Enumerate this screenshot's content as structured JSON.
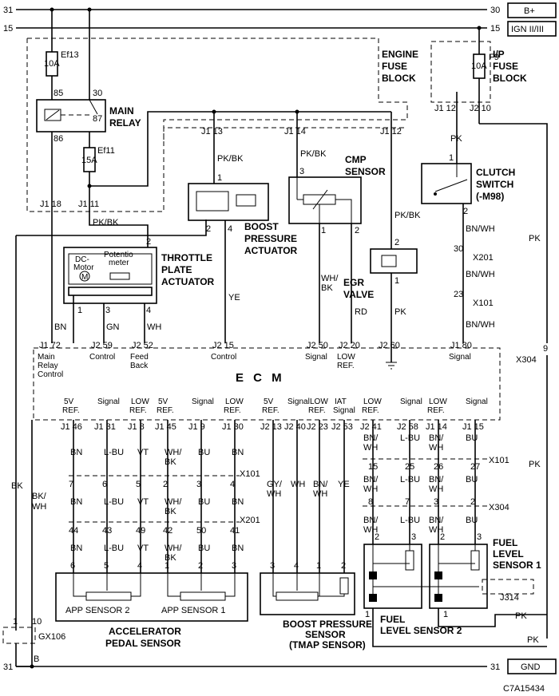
{
  "rails": {
    "top_num_left": "31",
    "top_num_right": "30",
    "top_label": "B+",
    "ign_num_left": "15",
    "ign_num_right": "15",
    "ign_label": "IGN II/III",
    "gnd_num_left": "31",
    "gnd_num_right": "31",
    "gnd_label": "GND",
    "bottom_splice": "B"
  },
  "fuse_blocks": {
    "engine": {
      "line1": "ENGINE",
      "line2": "FUSE",
      "line3": "BLOCK",
      "ef13": "Ef13",
      "ef13_amp": "10A",
      "ef11": "Ef11",
      "ef11_amp": "15A",
      "j1_18": "J1 18",
      "j1_11": "J1 11",
      "j1_13": "J1 13",
      "j1_14": "J1 14",
      "j1_12": "J1 12"
    },
    "ip": {
      "line1": "I/P",
      "line2": "FUSE",
      "line3": "BLOCK",
      "f9": "F9",
      "f9_amp": "10A",
      "j1_12": "J1 12",
      "j2_10": "J2 10"
    }
  },
  "main_relay": {
    "line1": "MAIN",
    "line2": "RELAY",
    "p85": "85",
    "p30": "30",
    "p86": "86",
    "p87": "87"
  },
  "throttle": {
    "line1": "THROTTLE",
    "line2": "PLATE",
    "line3": "ACTUATOR",
    "dc1": "DC-",
    "dc2": "Motor",
    "motor_symbol": "M",
    "pot1": "Potentio",
    "pot2": "meter",
    "p1": "1",
    "p3": "3",
    "p4": "4",
    "p2": "2"
  },
  "boost_actuator": {
    "line1": "BOOST",
    "line2": "PRESSURE",
    "line3": "ACTUATOR",
    "p1": "1",
    "p2": "2",
    "p4": "4"
  },
  "cmp_sensor": {
    "line1": "CMP",
    "line2": "SENSOR",
    "p3": "3",
    "p1": "1",
    "p2": "2"
  },
  "egr_valve": {
    "line1": "EGR",
    "line2": "VALVE",
    "p2": "2",
    "p1": "1"
  },
  "clutch": {
    "line1": "CLUTCH",
    "line2": "SWITCH",
    "line3": "(-M98)",
    "p1": "1",
    "p2": "2"
  },
  "connectors": {
    "x201": "X201",
    "x101": "X101",
    "x304": "X304",
    "c30": "30",
    "c23": "23",
    "c9": "9",
    "gx106": "GX106",
    "g1": "1",
    "g10": "10",
    "j314": "J314"
  },
  "wire_colors": {
    "pkbk": "PK/BK",
    "pk": "PK",
    "bnwh": "BN/WH",
    "ye": "YE",
    "rd": "RD",
    "wh_bk1": "WH/",
    "wh_bk2": "BK",
    "bn": "BN",
    "gn": "GN",
    "wh": "WH",
    "bk": "BK",
    "bkwh1": "BK/",
    "bkwh2": "WH",
    "vt": "VT",
    "lbu": "L-BU",
    "bu": "BU",
    "gy1": "GY/",
    "gy2": "WH",
    "bn1": "BN/",
    "bn2": "WH"
  },
  "ecm": {
    "title": "E C M",
    "top_pins": [
      {
        "pin": "J1 72",
        "l1": "Main",
        "l2": "Relay",
        "l3": "Control"
      },
      {
        "pin": "J2 59",
        "l1": "Control",
        "l2": "",
        "l3": ""
      },
      {
        "pin": "J2 52",
        "l1": "Feed",
        "l2": "Back",
        "l3": ""
      },
      {
        "pin": "J2 15",
        "l1": "Control",
        "l2": "",
        "l3": ""
      },
      {
        "pin": "J2 50",
        "l1": "Signal",
        "l2": "",
        "l3": ""
      },
      {
        "pin": "J2 20",
        "l1": "LOW",
        "l2": "REF.",
        "l3": ""
      },
      {
        "pin": "J2 60",
        "l1": "",
        "l2": "",
        "l3": ""
      },
      {
        "pin": "J1 80",
        "l1": "Signal",
        "l2": "",
        "l3": ""
      }
    ],
    "bottom_pins": [
      {
        "pin": "J1 46",
        "l1": "5V",
        "l2": "REF."
      },
      {
        "pin": "J1 31",
        "l1": "Signal",
        "l2": ""
      },
      {
        "pin": "J1 8",
        "l1": "LOW",
        "l2": "REF."
      },
      {
        "pin": "J1 45",
        "l1": "5V",
        "l2": "REF."
      },
      {
        "pin": "J1 9",
        "l1": "Signal",
        "l2": ""
      },
      {
        "pin": "J1 30",
        "l1": "LOW",
        "l2": "REF."
      },
      {
        "pin": "J2 13",
        "l1": "5V",
        "l2": "REF."
      },
      {
        "pin": "J2 40",
        "l1": "Signal",
        "l2": ""
      },
      {
        "pin": "J2 23",
        "l1": "LOW",
        "l2": "REF."
      },
      {
        "pin": "J2 53",
        "l1": "IAT",
        "l2": "Signal"
      },
      {
        "pin": "J2 41",
        "l1": "LOW",
        "l2": "REF."
      },
      {
        "pin": "J2 58",
        "l1": "Signal",
        "l2": ""
      },
      {
        "pin": "J1 14",
        "l1": "LOW",
        "l2": "REF."
      },
      {
        "pin": "J1 15",
        "l1": "Signal",
        "l2": ""
      }
    ]
  },
  "x101_pins": [
    "7",
    "6",
    "5",
    "2",
    "3",
    "4"
  ],
  "x201_pins": [
    "44",
    "43",
    "49",
    "42",
    "50",
    "41"
  ],
  "fuel_x101": [
    "15",
    "25",
    "26",
    "27"
  ],
  "fuel_x304": [
    "8",
    "7",
    "3",
    "2"
  ],
  "app": {
    "s2": "APP SENSOR 2",
    "s1": "APP SENSOR 1",
    "pins": [
      "6",
      "5",
      "4",
      "1",
      "2",
      "3"
    ],
    "title1": "ACCELERATOR",
    "title2": "PEDAL SENSOR"
  },
  "tmap": {
    "pins": [
      "3",
      "4",
      "1",
      "2"
    ],
    "title1": "BOOST PRESSURE",
    "title2": "SENSOR",
    "title3": "(TMAP SENSOR)"
  },
  "fuel2": {
    "title1": "FUEL",
    "title2": "LEVEL SENSOR 2",
    "p2": "2",
    "p3": "3",
    "p1": "1"
  },
  "fuel1": {
    "title1": "FUEL",
    "title2": "LEVEL",
    "title3": "SENSOR 1",
    "p2": "2",
    "p3": "3",
    "p1": "1"
  },
  "code": "C7A15434"
}
